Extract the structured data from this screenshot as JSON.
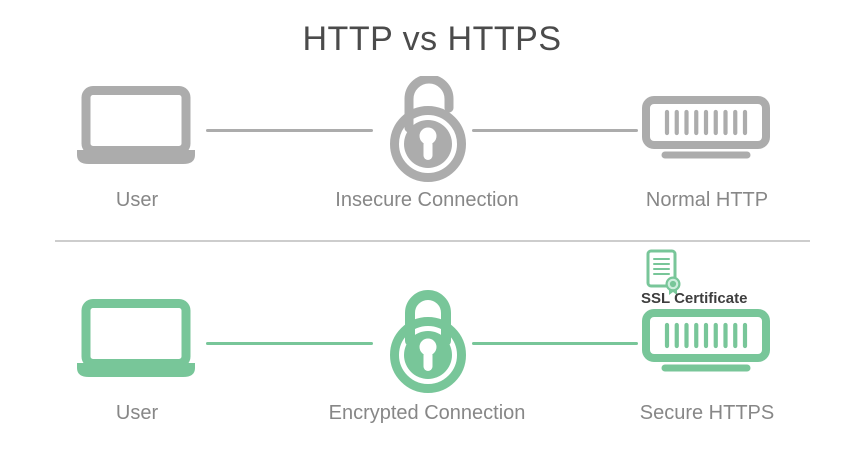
{
  "title": "HTTP vs HTTPS",
  "colors": {
    "insecure": "#acacac",
    "secure": "#78c699",
    "label": "#878787",
    "title": "#4b4b4b",
    "ssl": "#3e3e3e",
    "divider": "#cdcdcd"
  },
  "http_row": {
    "user": {
      "icon": "laptop-icon",
      "label": "User"
    },
    "connection": {
      "icon": "open-padlock-icon",
      "label": "Insecure Connection"
    },
    "server": {
      "icon": "server-icon",
      "label": "Normal HTTP"
    }
  },
  "https_row": {
    "user": {
      "icon": "laptop-icon",
      "label": "User"
    },
    "connection": {
      "icon": "closed-padlock-icon",
      "label": "Encrypted Connection"
    },
    "server": {
      "icon": "server-icon",
      "label": "Secure HTTPS"
    },
    "certificate": {
      "icon": "certificate-icon",
      "label": "SSL Certificate"
    }
  }
}
